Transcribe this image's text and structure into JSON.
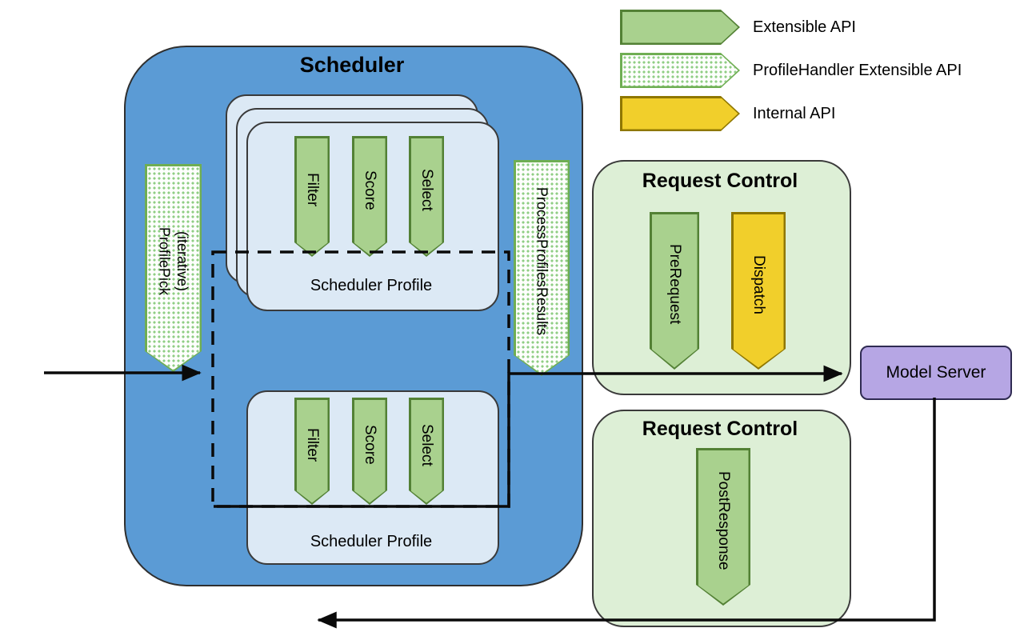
{
  "legend": {
    "items": [
      {
        "label": "Extensible API"
      },
      {
        "label": "ProfileHandler Extensible API"
      },
      {
        "label": "Internal API"
      }
    ]
  },
  "scheduler": {
    "title": "Scheduler",
    "profile_pick": "ProfilePick\n(iterative)",
    "process_profiles_results": "ProcessProfilesResults",
    "profiles": {
      "top": {
        "title": "Scheduler Profile",
        "steps": [
          "Filter",
          "Score",
          "Select"
        ]
      },
      "bottom": {
        "title": "Scheduler Profile",
        "steps": [
          "Filter",
          "Score",
          "Select"
        ]
      }
    }
  },
  "request_control_top": {
    "title": "Request Control",
    "pre_request": "PreRequest",
    "dispatch": "Dispatch"
  },
  "request_control_bottom": {
    "title": "Request Control",
    "post_response": "PostResponse"
  },
  "model_server": {
    "label": "Model Server"
  },
  "colors": {
    "scheduler-blue": "#5B9BD5",
    "card-blue": "#DCE9F5",
    "green-fill": "#A9D18E",
    "green-border": "#538135",
    "dotted-border": "#6FAE53",
    "dotted-dot": "#8FCD84",
    "yellow-fill": "#F1CF2B",
    "yellow-border": "#8F7700",
    "request-green": "#DDEFD6",
    "purple-fill": "#B6A6E4",
    "purple-border": "#2F2B52",
    "line-black": "#0A0A0A"
  }
}
